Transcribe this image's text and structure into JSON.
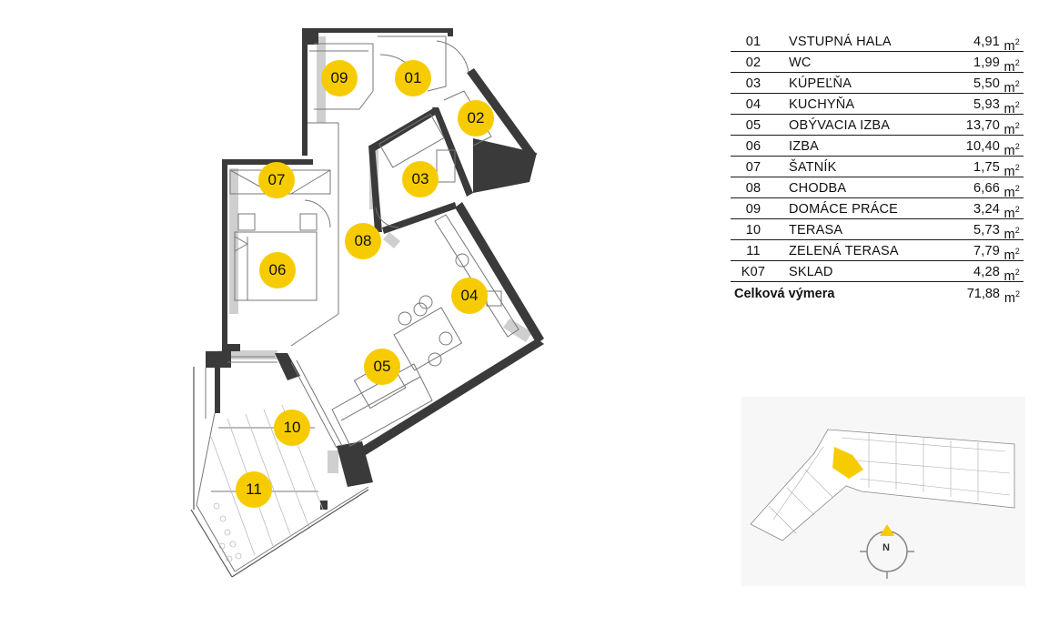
{
  "rooms": [
    {
      "code": "01",
      "name": "VSTUPNÁ HALA",
      "area": "4,91",
      "unit": "m",
      "unit_sup": "2"
    },
    {
      "code": "02",
      "name": "WC",
      "area": "1,99",
      "unit": "m",
      "unit_sup": "2"
    },
    {
      "code": "03",
      "name": "KÚPEĽŇA",
      "area": "5,50",
      "unit": "m",
      "unit_sup": "2"
    },
    {
      "code": "04",
      "name": "KUCHYŇA",
      "area": "5,93",
      "unit": "m",
      "unit_sup": "2"
    },
    {
      "code": "05",
      "name": "OBÝVACIA IZBA",
      "area": "13,70",
      "unit": "m",
      "unit_sup": "2"
    },
    {
      "code": "06",
      "name": "IZBA",
      "area": "10,40",
      "unit": "m",
      "unit_sup": "2"
    },
    {
      "code": "07",
      "name": "ŠATNÍK",
      "area": "1,75",
      "unit": "m",
      "unit_sup": "2"
    },
    {
      "code": "08",
      "name": "CHODBA",
      "area": "6,66",
      "unit": "m",
      "unit_sup": "2"
    },
    {
      "code": "09",
      "name": "DOMÁCE PRÁCE",
      "area": "3,24",
      "unit": "m",
      "unit_sup": "2"
    },
    {
      "code": "10",
      "name": "TERASA",
      "area": "5,73",
      "unit": "m",
      "unit_sup": "2"
    },
    {
      "code": "11",
      "name": "ZELENÁ TERASA",
      "area": "7,79",
      "unit": "m",
      "unit_sup": "2"
    },
    {
      "code": "K07",
      "name": "SKLAD",
      "area": "4,28",
      "unit": "m",
      "unit_sup": "2"
    }
  ],
  "total": {
    "label": "Celková výmera",
    "area": "71,88",
    "unit": "m",
    "unit_sup": "2"
  },
  "badges": {
    "b01": "01",
    "b02": "02",
    "b03": "03",
    "b04": "04",
    "b05": "05",
    "b06": "06",
    "b07": "07",
    "b08": "08",
    "b09": "09",
    "b10": "10",
    "b11": "11"
  },
  "compass": {
    "label": "N"
  },
  "colors": {
    "accent": "#f6cc00",
    "wall": "#3a3a3a",
    "line": "#1a1a1a"
  }
}
